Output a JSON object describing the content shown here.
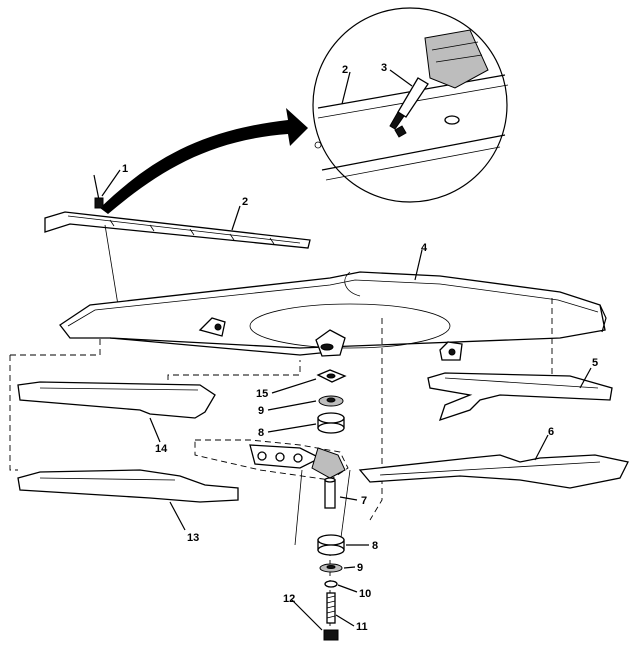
{
  "figure": {
    "callouts": [
      {
        "id": "c1",
        "label": "1"
      },
      {
        "id": "c2a",
        "label": "2"
      },
      {
        "id": "c2b",
        "label": "2"
      },
      {
        "id": "c3",
        "label": "3"
      },
      {
        "id": "c4",
        "label": "4"
      },
      {
        "id": "c5",
        "label": "5"
      },
      {
        "id": "c6",
        "label": "6"
      },
      {
        "id": "c7",
        "label": "7"
      },
      {
        "id": "c8a",
        "label": "8"
      },
      {
        "id": "c8b",
        "label": "8"
      },
      {
        "id": "c9a",
        "label": "9"
      },
      {
        "id": "c9b",
        "label": "9"
      },
      {
        "id": "c10",
        "label": "10"
      },
      {
        "id": "c11",
        "label": "11"
      },
      {
        "id": "c12",
        "label": "12"
      },
      {
        "id": "c13",
        "label": "13"
      },
      {
        "id": "c14",
        "label": "14"
      },
      {
        "id": "c15",
        "label": "15"
      }
    ]
  }
}
